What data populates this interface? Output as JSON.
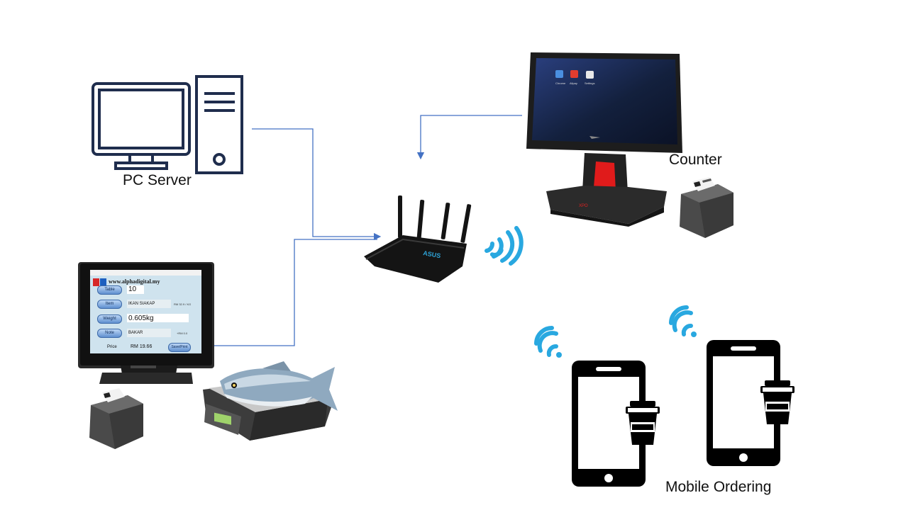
{
  "labels": {
    "pc_server": "PC Server",
    "counter": "Counter",
    "mobile_ordering": "Mobile Ordering"
  },
  "pos_screen": {
    "site": "www.alphadigital.my",
    "table_label": "Table",
    "table_value": "10",
    "item_label": "Item",
    "item_value": "IKAN SIAKAP",
    "item_price": "RM 32.9 / KG",
    "weight_label": "Weight",
    "weight_value": "0.605kg",
    "note_label": "Note",
    "note_value": "BAKAR",
    "note_extra": "+RM 0.0",
    "price_label": "Price",
    "price_value": "RM 19.66",
    "save_label": "Save/Print"
  },
  "counter_screen": {
    "app1": "Chrome",
    "app2": "Alipay",
    "app3": "Settings"
  },
  "colors": {
    "line": "#4472c4",
    "wifi": "#29a8e0",
    "pc_outline": "#1f2d4d"
  }
}
